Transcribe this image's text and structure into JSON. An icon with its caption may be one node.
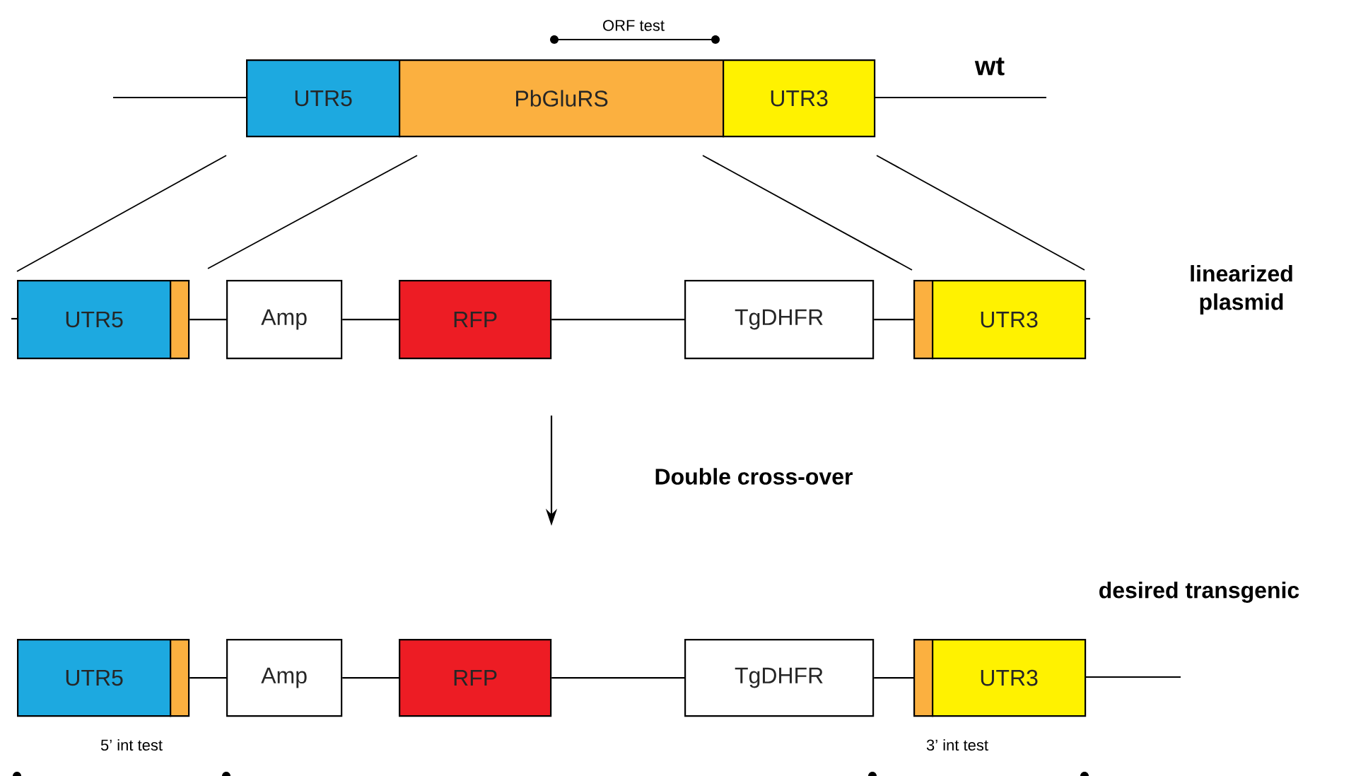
{
  "diagram": {
    "nodes": [
      {
        "text": [
          "UTR5"
        ]
      },
      {
        "text": [
          "PbGluRS"
        ]
      },
      {
        "text": [
          "UTR3"
        ]
      },
      {
        "text": [
          "UTR5"
        ]
      },
      {
        "text": [],
        "shape": "box"
      },
      {
        "text": [
          "Amp"
        ]
      },
      {
        "text": [
          "RFP"
        ]
      },
      {
        "text": [
          "TgDHFR"
        ]
      },
      {
        "text": [],
        "shape": "box"
      },
      {
        "text": [
          "UTR3"
        ]
      },
      {
        "text": [
          "UTR5"
        ]
      },
      {
        "text": [],
        "shape": "box"
      },
      {
        "text": [
          "Amp"
        ]
      },
      {
        "text": [
          "RFP"
        ]
      },
      {
        "text": [
          "TgDHFR"
        ]
      },
      {
        "text": [],
        "shape": "box"
      },
      {
        "text": [
          "UTR3"
        ]
      }
    ],
    "edges": [
      {
        "from": 4,
        "to": 5,
        "arrow": "none"
      },
      {
        "from": 5,
        "to": 6,
        "arrow": "none"
      },
      {
        "from": 6,
        "to": 7,
        "arrow": "none"
      },
      {
        "from": 7,
        "to": 8,
        "arrow": "none"
      },
      {
        "from": 11,
        "to": 12,
        "arrow": "none"
      },
      {
        "from": 12,
        "to": 13,
        "arrow": "none"
      },
      {
        "from": 13,
        "to": 14,
        "arrow": "none"
      },
      {
        "from": 14,
        "to": 15,
        "arrow": "none"
      }
    ],
    "labels": [
      "ORF test",
      "wt",
      "linearized plasmid",
      "Double cross-over",
      "desired transgenic",
      "5’ int test",
      "3’ int test"
    ]
  }
}
